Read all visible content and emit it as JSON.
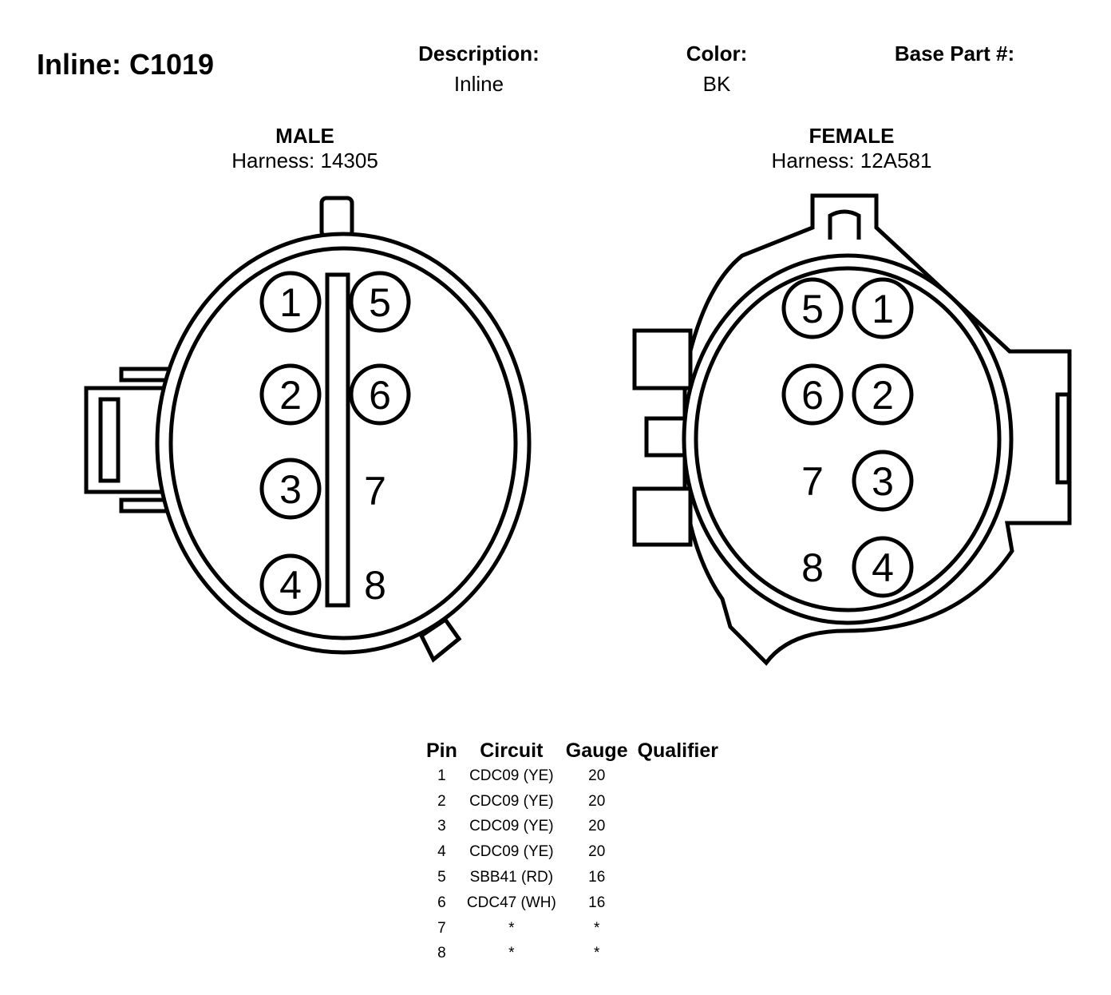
{
  "header": {
    "title": "Inline: C1019",
    "description_label": "Description:",
    "description_value": "Inline",
    "color_label": "Color:",
    "color_value": "BK",
    "base_part_label": "Base Part #:"
  },
  "male": {
    "title": "MALE",
    "harness": "Harness: 14305",
    "pins": [
      "1",
      "2",
      "3",
      "4",
      "5",
      "6",
      "7",
      "8"
    ]
  },
  "female": {
    "title": "FEMALE",
    "harness": "Harness: 12A581",
    "pins": [
      "1",
      "2",
      "3",
      "4",
      "5",
      "6",
      "7",
      "8"
    ]
  },
  "table": {
    "headers": [
      "Pin",
      "Circuit",
      "Gauge",
      "Qualifier"
    ],
    "rows": [
      [
        "1",
        "CDC09 (YE)",
        "20",
        ""
      ],
      [
        "2",
        "CDC09 (YE)",
        "20",
        ""
      ],
      [
        "3",
        "CDC09 (YE)",
        "20",
        ""
      ],
      [
        "4",
        "CDC09 (YE)",
        "20",
        ""
      ],
      [
        "5",
        "SBB41 (RD)",
        "16",
        ""
      ],
      [
        "6",
        "CDC47 (WH)",
        "16",
        ""
      ],
      [
        "7",
        "*",
        "*",
        ""
      ],
      [
        "8",
        "*",
        "*",
        ""
      ]
    ]
  }
}
